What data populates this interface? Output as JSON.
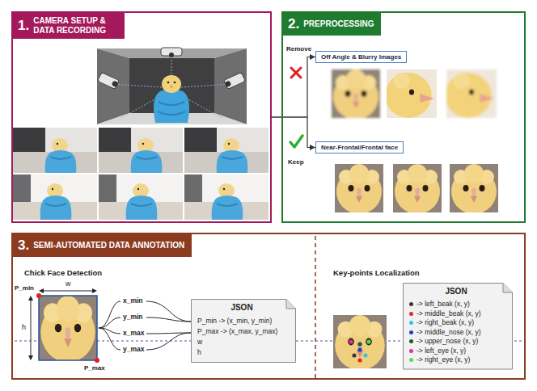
{
  "diagram": {
    "nodes": [
      {
        "text": [
          "1.",
          "CAMERA SETUP & DATA RECORDING"
        ]
      },
      {
        "text": [
          "2.",
          "PREPROCESSING"
        ]
      },
      {
        "text": [
          "Off Angle & Blurry Images"
        ],
        "in": 1
      },
      {
        "text": [
          "Near-Frontal/Frontal face"
        ],
        "in": 1
      },
      {
        "text": [
          "3.",
          "SEMI-AUTOMATED DATA ANNOTATION"
        ]
      },
      {
        "text": [
          "JSON",
          "P_min -> (x_min, y_min)",
          "P_max -> (x_max, y_max)",
          "w",
          "h"
        ],
        "in": 4
      },
      {
        "text": [
          "JSON",
          "-> left_beak (x, y)",
          "-> middle_beak (x, y)",
          "-> right_beak (x, y)",
          "-> middle_nose (x, y)",
          "-> upper_nose (x, y)",
          "-> left_eye (x, y)",
          "-> right_eye (x, y)"
        ],
        "in": 4
      }
    ],
    "edges": [
      {
        "from": 0,
        "to": 2,
        "arrow": "to"
      },
      {
        "from": 0,
        "to": 3,
        "arrow": "to"
      }
    ],
    "labels": [
      "Remove",
      "Keep",
      "Chick Face Detection",
      "P_min",
      "w",
      "h",
      "P_max",
      "x_min",
      "y_min",
      "x_max",
      "y_max",
      "Key-points Localization"
    ]
  }
}
